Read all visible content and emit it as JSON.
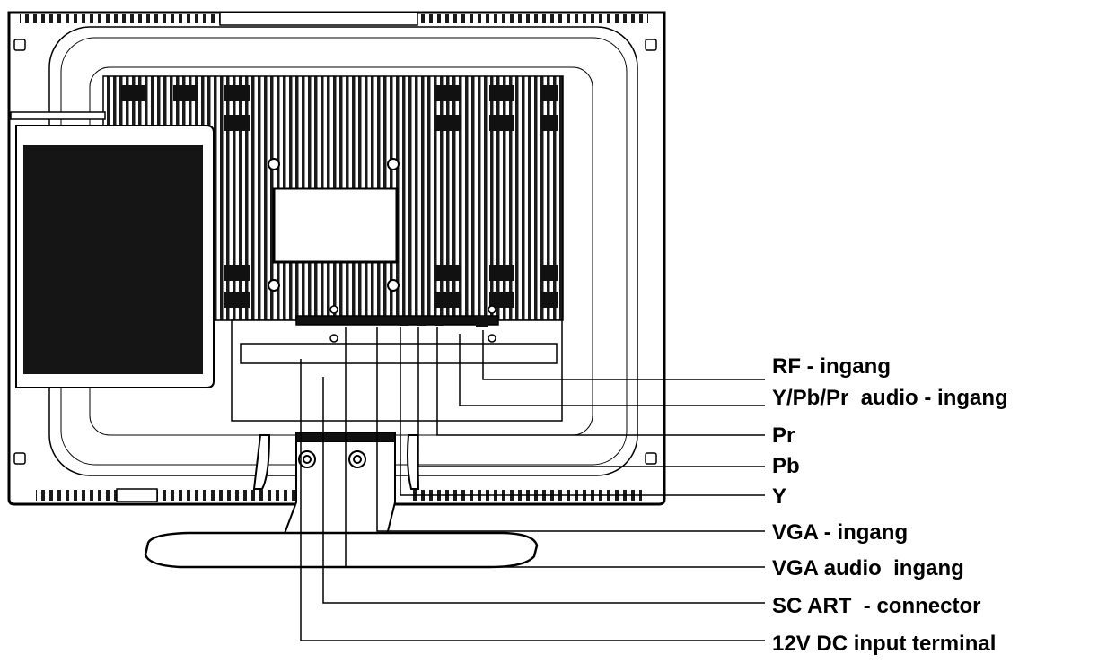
{
  "diagram": {
    "labels": [
      {
        "id": "rf",
        "text": "RF - ingang"
      },
      {
        "id": "ypbpr-audio",
        "text": "Y/Pb/Pr  audio - ingang"
      },
      {
        "id": "pr",
        "text": "Pr"
      },
      {
        "id": "pb",
        "text": "Pb"
      },
      {
        "id": "y",
        "text": "Y"
      },
      {
        "id": "vga",
        "text": "VGA - ingang"
      },
      {
        "id": "vga-audio",
        "text": "VGA audio  ingang"
      },
      {
        "id": "scart",
        "text": "SC ART  - connector"
      },
      {
        "id": "dc",
        "text": "12V DC input terminal"
      }
    ]
  },
  "colors": {
    "line": "#000000",
    "panel": "#151515",
    "background": "#ffffff"
  }
}
